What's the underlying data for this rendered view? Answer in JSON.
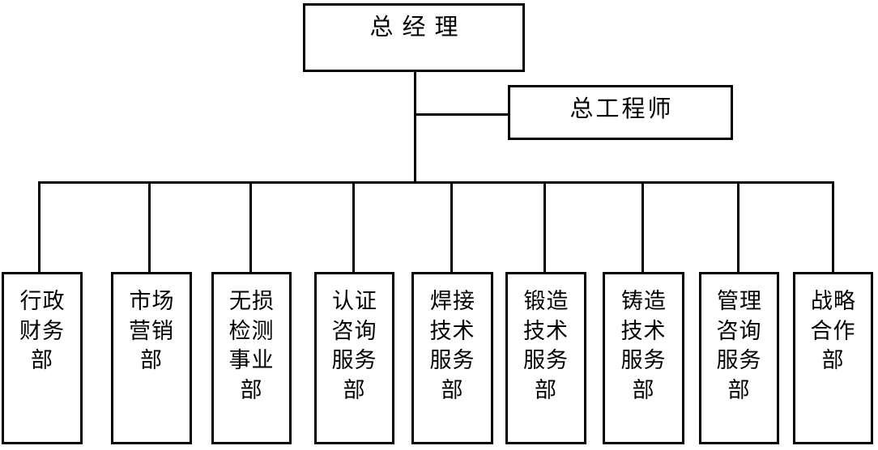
{
  "chart_data": {
    "type": "diagram",
    "title": "",
    "diagram_kind": "organizational-chart",
    "orientation": "top-down",
    "root": {
      "id": "general-manager",
      "label": "总经理"
    },
    "staff": [
      {
        "id": "chief-engineer",
        "label": "总工程师",
        "attached_to": "general-manager",
        "relation": "staff-line"
      }
    ],
    "departments": [
      {
        "id": "admin-finance",
        "label": "行政\n财务\n部",
        "lines": 3
      },
      {
        "id": "marketing",
        "label": "市场\n营销\n部",
        "lines": 3
      },
      {
        "id": "ndt-division",
        "label": "无损\n检测\n事业\n部",
        "lines": 4
      },
      {
        "id": "certification-consult",
        "label": "认证\n咨询\n服务\n部",
        "lines": 4
      },
      {
        "id": "welding-tech-service",
        "label": "焊接\n技术\n服务\n部",
        "lines": 4
      },
      {
        "id": "forging-tech-service",
        "label": "锻造\n技术\n服务\n部",
        "lines": 4
      },
      {
        "id": "casting-tech-service",
        "label": "铸造\n技术\n服务\n部",
        "lines": 4
      },
      {
        "id": "management-consult",
        "label": "管理\n咨询\n服务\n部",
        "lines": 4
      },
      {
        "id": "strategic-cooperation",
        "label": "战略\n合作\n部",
        "lines": 3
      }
    ],
    "colors": {
      "background": "#ffffff",
      "stroke": "#000000",
      "text": "#000000"
    }
  }
}
